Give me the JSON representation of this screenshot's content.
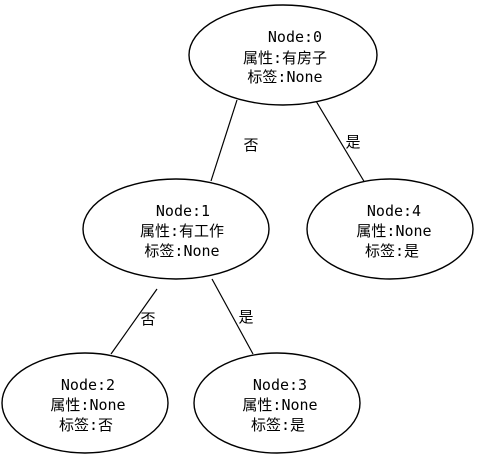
{
  "nodes": [
    {
      "id": "0",
      "title": "Node:0",
      "attribute": "属性:有房子",
      "label": "标签:None"
    },
    {
      "id": "1",
      "title": "Node:1",
      "attribute": "属性:有工作",
      "label": "标签:None"
    },
    {
      "id": "4",
      "title": "Node:4",
      "attribute": "属性:None",
      "label": "标签:是"
    },
    {
      "id": "2",
      "title": "Node:2",
      "attribute": "属性:None",
      "label": "标签:否"
    },
    {
      "id": "3",
      "title": "Node:3",
      "attribute": "属性:None",
      "label": "标签:是"
    }
  ],
  "edges": [
    {
      "from": "0",
      "to": "1",
      "text": "否"
    },
    {
      "from": "0",
      "to": "4",
      "text": "是"
    },
    {
      "from": "1",
      "to": "2",
      "text": "否"
    },
    {
      "from": "1",
      "to": "3",
      "text": "是"
    }
  ]
}
